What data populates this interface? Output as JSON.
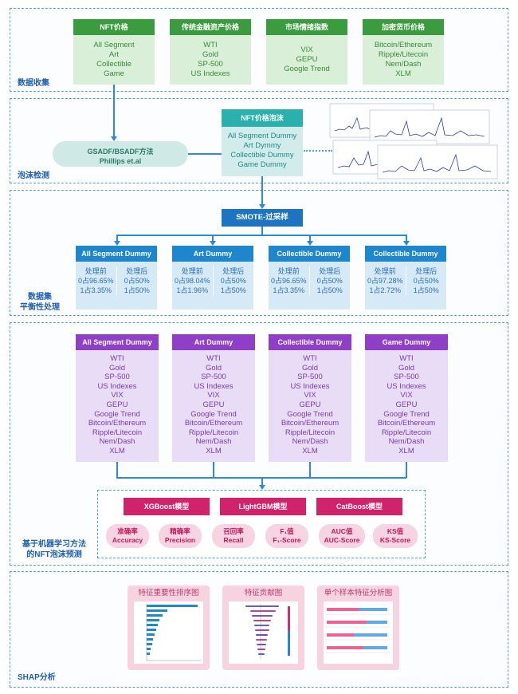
{
  "sections": {
    "data_collection": "数据收集",
    "bubble_detection": "泡沫检测",
    "balance": [
      "数据集",
      "平衡性处理"
    ],
    "ml": [
      "基于机器学习方法",
      "的NFT泡沫预测"
    ],
    "shap": "SHAP分析"
  },
  "data_cards": [
    {
      "title": "NFT价格",
      "items": [
        "All Segment",
        "Art",
        "Collectible",
        "Game"
      ]
    },
    {
      "title": "传统金融资产价格",
      "items": [
        "WTI",
        "Gold",
        "SP-500",
        "US Indexes"
      ]
    },
    {
      "title": "市场情绪指数",
      "items": [
        "VIX",
        "GEPU",
        "Google Trend"
      ]
    },
    {
      "title": "加密货币价格",
      "items": [
        "Bitcoin/Ethereum",
        "Ripple/Litecoin",
        "Nem/Dash",
        "XLM"
      ]
    }
  ],
  "method_pill": {
    "line1": "GSADF/BSADF方法",
    "line2": "Phillips et.al"
  },
  "bubble_card": {
    "title": "NFT价格泡沫",
    "items": [
      "All Segment Dummy",
      "Art Dymmy",
      "Collectible Dummy",
      "Game Dummy"
    ]
  },
  "smote": "SMOTE-过采样",
  "balance_cards": [
    {
      "title": "All Segment Dummy",
      "before": [
        "处理前",
        "0占96.65%",
        "1占3.35%"
      ],
      "after": [
        "处理后",
        "0占50%",
        "1占50%"
      ]
    },
    {
      "title": "Art Dummy",
      "before": [
        "处理前",
        "0占98.04%",
        "1占1.96%"
      ],
      "after": [
        "处理后",
        "0占50%",
        "1占50%"
      ]
    },
    {
      "title": "Collectible Dummy",
      "before": [
        "处理前",
        "0占96.65%",
        "1占3.35%"
      ],
      "after": [
        "处理后",
        "0占50%",
        "1占50%"
      ]
    },
    {
      "title": "Collectible Dummy",
      "before": [
        "处理前",
        "0占97.28%",
        "1占2.72%"
      ],
      "after": [
        "处理后",
        "0占50%",
        "1占50%"
      ]
    }
  ],
  "feature_cards": [
    {
      "title": "All Segment Dummy",
      "items": [
        "WTI",
        "Gold",
        "SP-500",
        "US Indexes",
        "VIX",
        "GEPU",
        "Google Trend",
        "Bitcoin/Ethereum",
        "Ripple/Litecoin",
        "Nem/Dash",
        "XLM"
      ]
    },
    {
      "title": "Art Dummy",
      "items": [
        "WTI",
        "Gold",
        "SP-500",
        "US Indexes",
        "VIX",
        "GEPU",
        "Google Trend",
        "Bitcoin/Ethereum",
        "Ripple/Litecoin",
        "Nem/Dash",
        "XLM"
      ]
    },
    {
      "title": "Collectible Dummy",
      "items": [
        "WTI",
        "Gold",
        "SP-500",
        "US Indexes",
        "VIX",
        "GEPU",
        "Google Trend",
        "Bitcoin/Ethereum",
        "Ripple/Litecoin",
        "Nem/Dash",
        "XLM"
      ]
    },
    {
      "title": "Game Dummy",
      "items": [
        "WTI",
        "Gold",
        "SP-500",
        "US Indexes",
        "VIX",
        "GEPU",
        "Google Trend",
        "Bitcoin/Ethereum",
        "Ripple/Litecoin",
        "Nem/Dash",
        "XLM"
      ]
    }
  ],
  "models": [
    "XGBoost模型",
    "LightGBM模型",
    "CatBoost模型"
  ],
  "metrics": [
    {
      "cn": "准确率",
      "en": "Accuracy"
    },
    {
      "cn": "精确率",
      "en": "Precision"
    },
    {
      "cn": "召回率",
      "en": "Recall"
    },
    {
      "cn": "F₁值",
      "en": "F₁-Score"
    },
    {
      "cn": "AUC值",
      "en": "AUC-Score"
    },
    {
      "cn": "KS值",
      "en": "KS-Score"
    }
  ],
  "shap_cards": [
    "特征重要性排序图",
    "特征贡献图",
    "单个样本特征分析图"
  ],
  "colors": {
    "blue": "#1e86cc",
    "green": "#3a9c3e",
    "teal": "#2ab1ad",
    "purple": "#8f3fc7",
    "pink": "#d1236b"
  }
}
